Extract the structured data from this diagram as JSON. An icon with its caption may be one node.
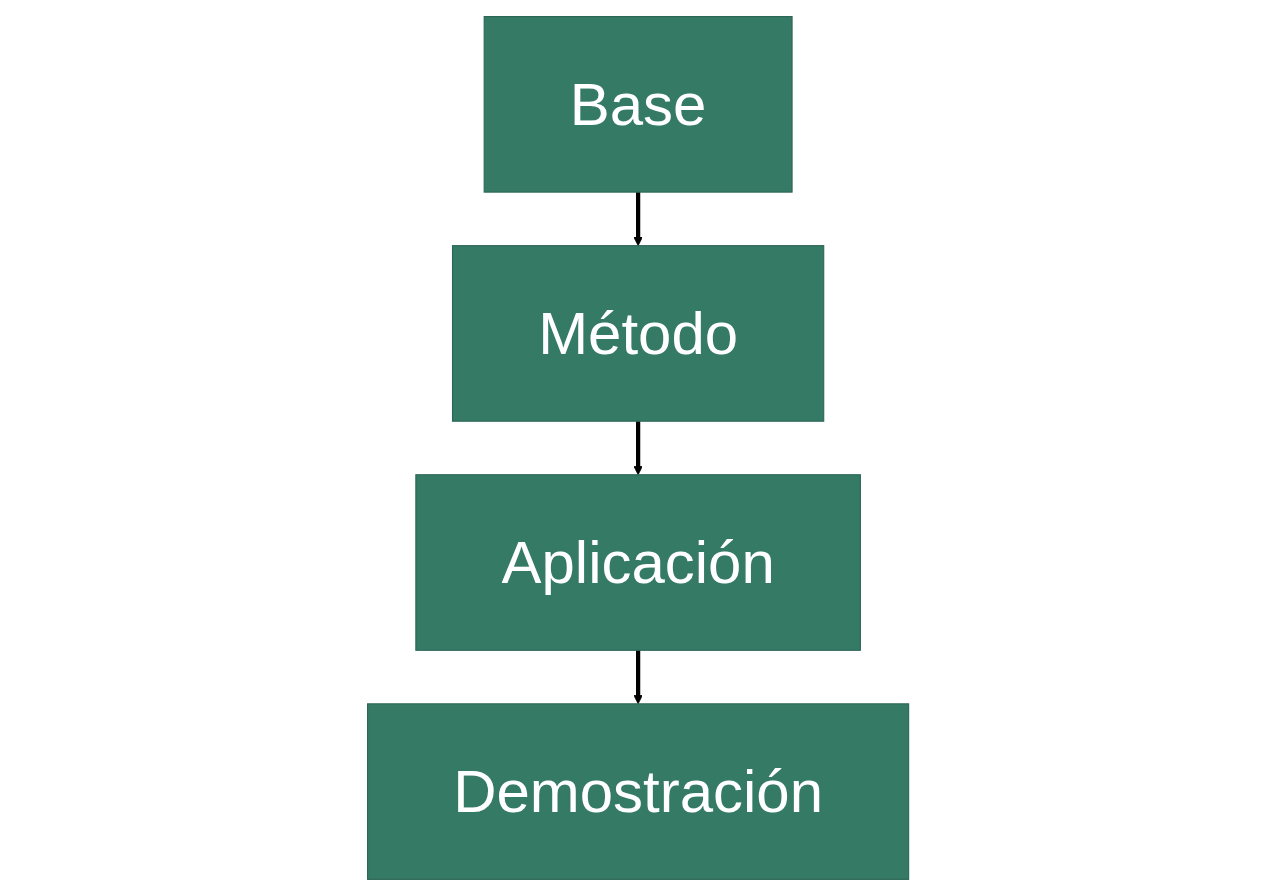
{
  "diagram": {
    "nodes": [
      {
        "text": [
          "Base"
        ]
      },
      {
        "text": [
          "Método"
        ]
      },
      {
        "text": [
          "Aplicación"
        ]
      },
      {
        "text": [
          "Demostración"
        ]
      }
    ],
    "edges": [
      {
        "from": 0,
        "to": 1,
        "arrow": "to"
      },
      {
        "from": 1,
        "to": 2,
        "arrow": "to"
      },
      {
        "from": 2,
        "to": 3,
        "arrow": "to"
      }
    ]
  }
}
